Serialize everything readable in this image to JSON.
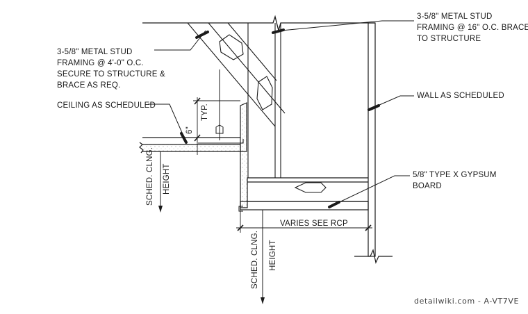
{
  "drawing": {
    "notes": {
      "stud_bracing": {
        "lines": [
          "3-5/8\" METAL STUD",
          "FRAMING @ 4'-0\" O.C.",
          "SECURE TO STRUCTURE &",
          "BRACE AS REQ."
        ]
      },
      "stud_framing_16": {
        "lines": [
          "3-5/8\" METAL STUD",
          "FRAMING @ 16\" O.C. BRACE",
          "TO STRUCTURE"
        ]
      },
      "ceiling": {
        "lines": [
          "CEILING AS SCHEDULED"
        ]
      },
      "wall": {
        "lines": [
          "WALL AS SCHEDULED"
        ]
      },
      "gypsum": {
        "lines": [
          "5/8\" TYPE X GYPSUM",
          "BOARD"
        ]
      }
    },
    "dimensions": {
      "six_inch": "6\"",
      "typ": "TYP.",
      "varies": "VARIES SEE RCP"
    },
    "vertical_labels": {
      "left": [
        "SCHED. CLNG.",
        "HEIGHT"
      ],
      "right": [
        "SCHED. CLNG.",
        "HEIGHT"
      ]
    },
    "watermark": "detailwiki.com - A-VT7VE",
    "colors": {
      "line": "#1a1a1a",
      "background": "#ffffff",
      "watermark": "#444444"
    }
  }
}
